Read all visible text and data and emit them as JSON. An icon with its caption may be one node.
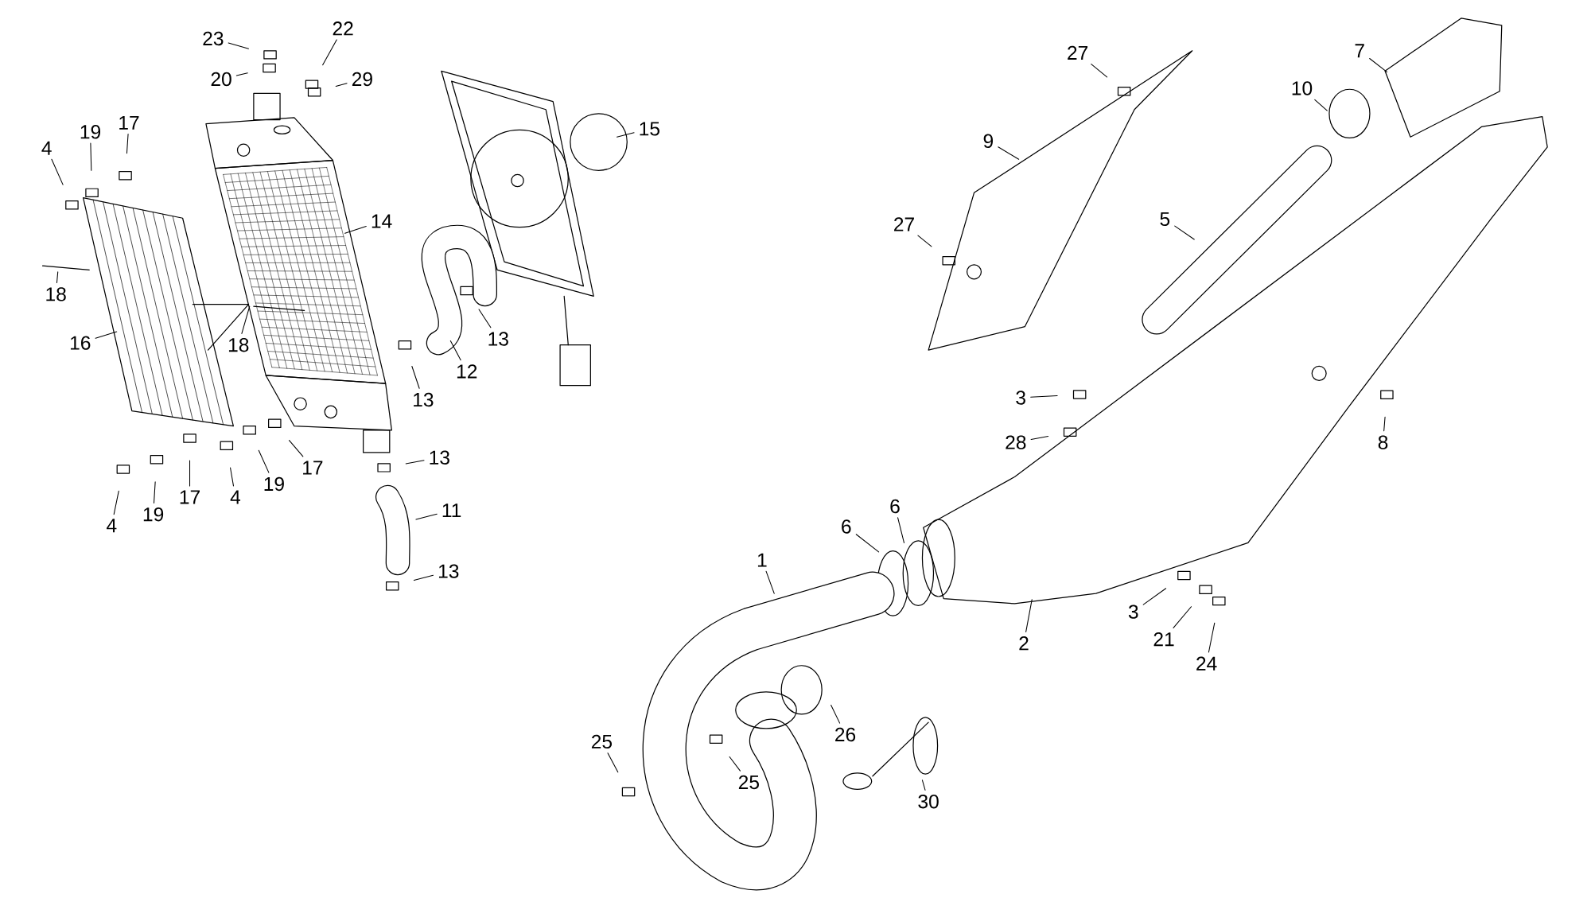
{
  "diagram": {
    "nodes": [
      {
        "text": [
          "22"
        ]
      },
      {
        "text": [
          "23"
        ]
      },
      {
        "text": [
          "20"
        ]
      },
      {
        "text": [
          "29"
        ]
      },
      {
        "text": [
          "19"
        ]
      },
      {
        "text": [
          "17"
        ]
      },
      {
        "text": [
          "4"
        ]
      },
      {
        "text": [
          "15"
        ]
      },
      {
        "text": [
          "14"
        ]
      },
      {
        "text": [
          "18"
        ]
      },
      {
        "text": [
          "16"
        ]
      },
      {
        "text": [
          "18"
        ]
      },
      {
        "text": [
          "13"
        ]
      },
      {
        "text": [
          "13"
        ]
      },
      {
        "text": [
          "12"
        ]
      },
      {
        "text": [
          "13"
        ]
      },
      {
        "text": [
          "11"
        ]
      },
      {
        "text": [
          "13"
        ]
      },
      {
        "text": [
          "4"
        ]
      },
      {
        "text": [
          "19"
        ]
      },
      {
        "text": [
          "17"
        ]
      },
      {
        "text": [
          "4"
        ]
      },
      {
        "text": [
          "19"
        ]
      },
      {
        "text": [
          "17"
        ]
      },
      {
        "text": [
          "27"
        ]
      },
      {
        "text": [
          "7"
        ]
      },
      {
        "text": [
          "10"
        ]
      },
      {
        "text": [
          "9"
        ]
      },
      {
        "text": [
          "27"
        ]
      },
      {
        "text": [
          "5"
        ]
      },
      {
        "text": [
          "3"
        ]
      },
      {
        "text": [
          "28"
        ]
      },
      {
        "text": [
          "8"
        ]
      },
      {
        "text": [
          "6"
        ]
      },
      {
        "text": [
          "6"
        ]
      },
      {
        "text": [
          "1"
        ]
      },
      {
        "text": [
          "2"
        ]
      },
      {
        "text": [
          "3"
        ]
      },
      {
        "text": [
          "21"
        ]
      },
      {
        "text": [
          "24"
        ]
      },
      {
        "text": [
          "25"
        ]
      },
      {
        "text": [
          "25"
        ]
      },
      {
        "text": [
          "26"
        ]
      },
      {
        "text": [
          "30"
        ]
      }
    ],
    "edges": [
      {
        "from": 0,
        "to": null,
        "arrow": "none"
      },
      {
        "from": 1,
        "to": null,
        "arrow": "none"
      },
      {
        "from": 2,
        "to": null,
        "arrow": "none"
      },
      {
        "from": 3,
        "to": null,
        "arrow": "none"
      },
      {
        "from": 4,
        "to": null,
        "arrow": "none"
      },
      {
        "from": 5,
        "to": null,
        "arrow": "none"
      },
      {
        "from": 6,
        "to": null,
        "arrow": "none"
      },
      {
        "from": 7,
        "to": null,
        "arrow": "none"
      },
      {
        "from": 8,
        "to": null,
        "arrow": "none"
      },
      {
        "from": 9,
        "to": null,
        "arrow": "none"
      },
      {
        "from": 10,
        "to": null,
        "arrow": "none"
      },
      {
        "from": 11,
        "to": null,
        "arrow": "none"
      },
      {
        "from": 12,
        "to": null,
        "arrow": "none"
      },
      {
        "from": 13,
        "to": null,
        "arrow": "none"
      },
      {
        "from": 14,
        "to": null,
        "arrow": "none"
      },
      {
        "from": 15,
        "to": null,
        "arrow": "none"
      },
      {
        "from": 16,
        "to": null,
        "arrow": "none"
      },
      {
        "from": 17,
        "to": null,
        "arrow": "none"
      },
      {
        "from": 18,
        "to": null,
        "arrow": "none"
      },
      {
        "from": 19,
        "to": null,
        "arrow": "none"
      },
      {
        "from": 20,
        "to": null,
        "arrow": "none"
      },
      {
        "from": 21,
        "to": null,
        "arrow": "none"
      },
      {
        "from": 22,
        "to": null,
        "arrow": "none"
      },
      {
        "from": 23,
        "to": null,
        "arrow": "none"
      },
      {
        "from": 24,
        "to": null,
        "arrow": "none"
      },
      {
        "from": 25,
        "to": null,
        "arrow": "none"
      },
      {
        "from": 26,
        "to": null,
        "arrow": "none"
      },
      {
        "from": 27,
        "to": null,
        "arrow": "none"
      },
      {
        "from": 28,
        "to": null,
        "arrow": "none"
      },
      {
        "from": 29,
        "to": null,
        "arrow": "none"
      },
      {
        "from": 30,
        "to": null,
        "arrow": "none"
      },
      {
        "from": 31,
        "to": null,
        "arrow": "none"
      },
      {
        "from": 32,
        "to": null,
        "arrow": "none"
      },
      {
        "from": 33,
        "to": null,
        "arrow": "none"
      },
      {
        "from": 34,
        "to": null,
        "arrow": "none"
      },
      {
        "from": 35,
        "to": null,
        "arrow": "none"
      },
      {
        "from": 36,
        "to": null,
        "arrow": "none"
      },
      {
        "from": 37,
        "to": null,
        "arrow": "none"
      },
      {
        "from": 38,
        "to": null,
        "arrow": "none"
      },
      {
        "from": 39,
        "to": null,
        "arrow": "none"
      },
      {
        "from": 40,
        "to": null,
        "arrow": "none"
      },
      {
        "from": 41,
        "to": null,
        "arrow": "none"
      },
      {
        "from": 42,
        "to": null,
        "arrow": "none"
      },
      {
        "from": 43,
        "to": null,
        "arrow": "none"
      }
    ]
  }
}
